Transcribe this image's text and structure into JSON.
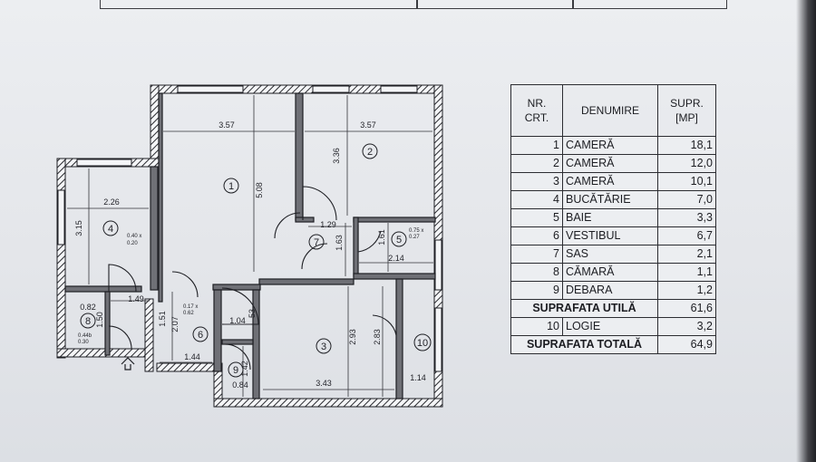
{
  "plan": {
    "room_numbers": [
      "1",
      "2",
      "3",
      "4",
      "5",
      "6",
      "7",
      "8",
      "9",
      "10"
    ],
    "dimensions": {
      "d1": "3.57",
      "d2": "5.08",
      "d3": "3.57",
      "d4": "3.36",
      "d5": "2.26",
      "d6": "3.15",
      "d7": "1.29",
      "d8": "1.63",
      "d9": "1.61",
      "d10": "2.14",
      "d11": "1.49",
      "d12": "0.82",
      "d13": "1.50",
      "d14": "1.51",
      "d15": "2.07",
      "d16": "1.04",
      "d17": "53",
      "d18": "1.44",
      "d19": "1.42",
      "d20": "0.84",
      "d21": "2.93",
      "d22": "3.43",
      "d23": "2.83",
      "d24": "1.14"
    },
    "window_labels": {
      "w1a": "0.40 x",
      "w1b": "0.20",
      "w2a": "0.75 x",
      "w2b": "0.27",
      "w3a": "0.17 x",
      "w3b": "0.62",
      "w4a": "0.44b",
      "w4b": "0.30"
    }
  },
  "table": {
    "headers": {
      "nr": "NR. CRT.",
      "den": "DENUMIRE",
      "sup": "SUPR. [MP]"
    },
    "rows": [
      {
        "nr": "1",
        "den": "CAMERĂ",
        "sup": "18,1"
      },
      {
        "nr": "2",
        "den": "CAMERĂ",
        "sup": "12,0"
      },
      {
        "nr": "3",
        "den": "CAMERĂ",
        "sup": "10,1"
      },
      {
        "nr": "4",
        "den": "BUCĂTĂRIE",
        "sup": "7,0"
      },
      {
        "nr": "5",
        "den": "BAIE",
        "sup": "3,3"
      },
      {
        "nr": "6",
        "den": "VESTIBUL",
        "sup": "6,7"
      },
      {
        "nr": "7",
        "den": "SAS",
        "sup": "2,1"
      },
      {
        "nr": "8",
        "den": "CĂMARĂ",
        "sup": "1,1"
      },
      {
        "nr": "9",
        "den": "DEBARA",
        "sup": "1,2"
      }
    ],
    "useful": {
      "label": "SUPRAFATA UTILĂ",
      "value": "61,6"
    },
    "loggia": {
      "nr": "10",
      "den": "LOGIE",
      "sup": "3,2"
    },
    "total": {
      "label": "SUPRAFATA TOTALĂ",
      "value": "64,9"
    }
  }
}
